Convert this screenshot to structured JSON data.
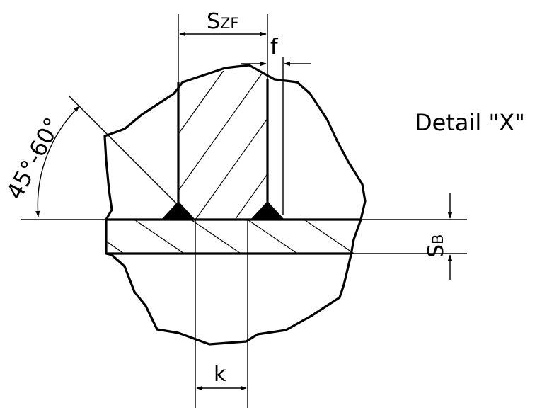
{
  "labels": {
    "szf_main": "S",
    "szf_sub": "ZF",
    "f": "f",
    "detail": "Detail \"X\"",
    "angle": "45°-60°",
    "sb_main": "S",
    "sb_sub": "B",
    "k": "k"
  },
  "colors": {
    "line": "#000000",
    "weld_fill": "#000000",
    "background": "#ffffff"
  }
}
